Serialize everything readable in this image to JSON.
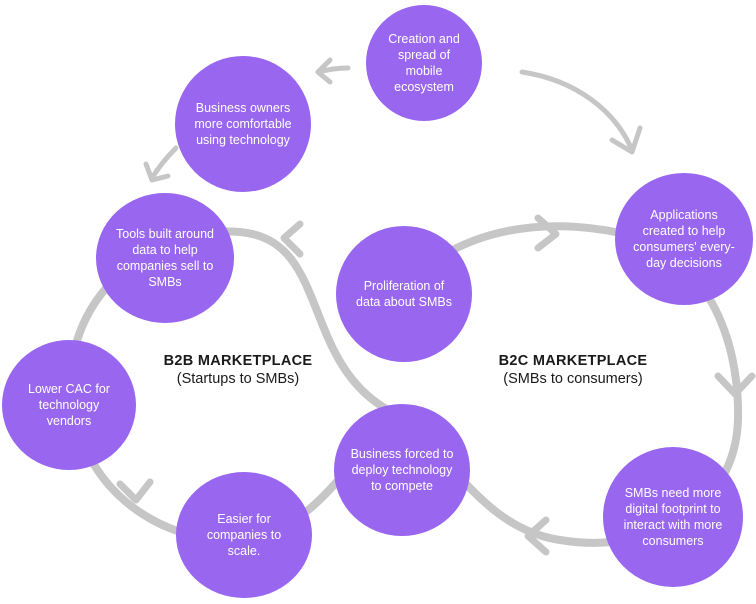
{
  "colors": {
    "node_fill": "#9966f0",
    "node_text": "#ffffff",
    "loop_stroke": "#c6c6c6",
    "label_text": "#1a1a1a"
  },
  "nodes": {
    "mobile": "Creation and spread of mobile ecosystem",
    "owners": "Business owners more comfortable using technology",
    "tools": "Tools built around data to help companies sell to SMBs",
    "proliferation": "Proliferation of data about SMBs",
    "applications": "Applications created to help consumers' every-day decisions",
    "cac": "Lower CAC for technology vendors",
    "forced": "Business forced to deploy technology to compete",
    "easier": "Easier for companies to scale.",
    "footprint": "SMBs need more digital footprint to interact with more consumers"
  },
  "labels": {
    "b2b_title": "B2B MARKETPLACE",
    "b2b_sub": "(Startups to SMBs)",
    "b2c_title": "B2C MARKETPLACE",
    "b2c_sub": "(SMBs to consumers)"
  }
}
